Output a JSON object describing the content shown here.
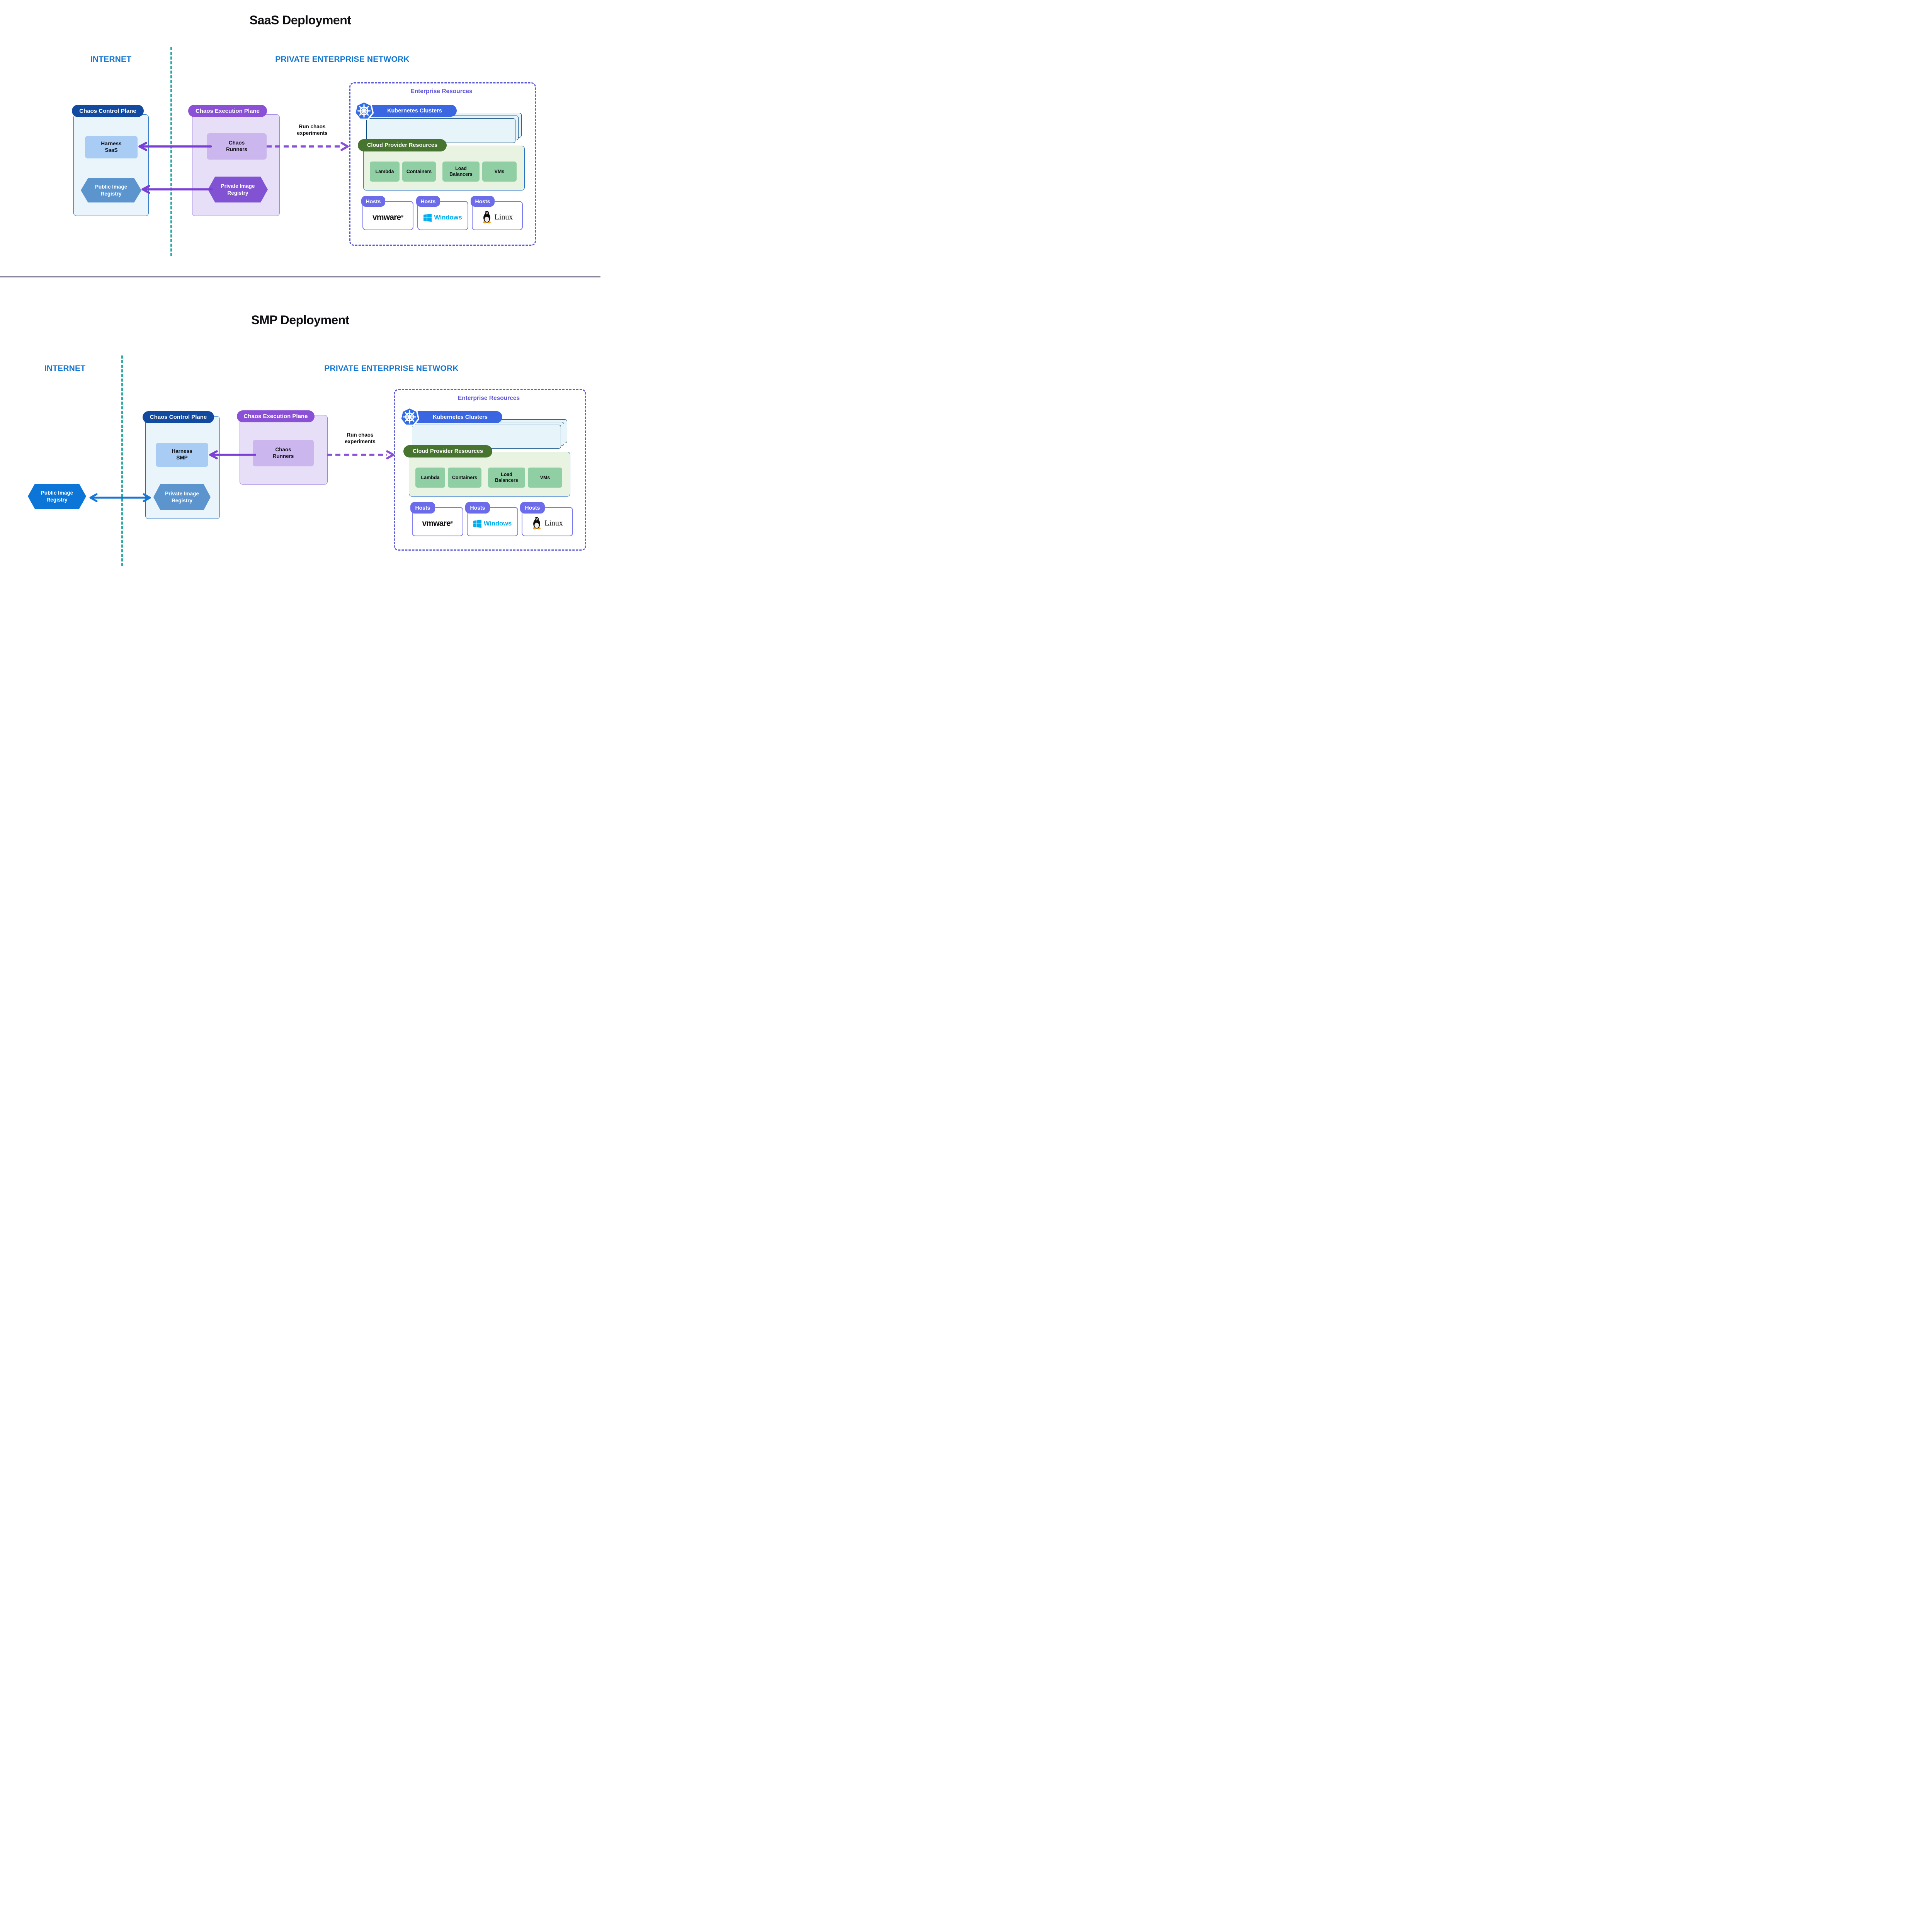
{
  "colors": {
    "zone_label_blue": "#1276D2",
    "teal_divider": "#2CA9A4",
    "section_divider_grey": "#8A8A9C",
    "control_plane_header": "#114A9F",
    "control_plane_body": "#E9F5FB",
    "harness_box": "#A9CCF4",
    "public_registry_hexagon": "#5C94CE",
    "public_registry_hexagon_bright": "#0B76D8",
    "execution_plane_header": "#8A50D5",
    "execution_plane_body": "#E7DFF8",
    "runners_box": "#CBB6EE",
    "private_registry_hexagon": "#8153D3",
    "purple_arrow": "#7B3FD6",
    "dashed_arrow": "#8A4FD9",
    "blue_arrow": "#1476D8",
    "enterprise_border": "#5B5BD6",
    "enterprise_title": "#5F55D9",
    "kubernetes_blue": "#3B66E2",
    "cluster_stack_fill": "#E7F5FA",
    "cluster_stack_border": "#0D4C82",
    "cloud_pill_green": "#47742F",
    "cloud_box_green": "#E8F4E1",
    "cloud_cell_green": "#90CFA4",
    "hosts_pill": "#6C6CEA",
    "hosts_border": "#7B7BF0",
    "windows_blue": "#00ADEF"
  },
  "sections": {
    "saas": {
      "title": "SaaS Deployment",
      "internet_label": "INTERNET",
      "network_label": "PRIVATE ENTERPRISE NETWORK",
      "control_plane": {
        "label": "Chaos Control Plane",
        "harness": "Harness SaaS",
        "registry": "Public Image Registry"
      },
      "execution_plane": {
        "label": "Chaos Execution Plane",
        "runners": "Chaos Runners",
        "registry": "Private Image Registry"
      },
      "arrow_label": "Run chaos experiments",
      "enterprise": {
        "title": "Enterprise Resources",
        "k8s_label": "Kubernetes Clusters",
        "cloud_label": "Cloud Provider Resources",
        "cloud_items": [
          "Lambda",
          "Containers",
          "Load Balancers",
          "VMs"
        ],
        "hosts_label": "Hosts",
        "hosts": {
          "vmware": "vmware",
          "vmware_reg": "®",
          "windows": "Windows",
          "linux": "Linux"
        }
      }
    },
    "smp": {
      "title": "SMP Deployment",
      "internet_label": "INTERNET",
      "network_label": "PRIVATE ENTERPRISE NETWORK",
      "public_registry": "Public Image Registry",
      "control_plane": {
        "label": "Chaos Control Plane",
        "harness": "Harness SMP",
        "registry": "Private Image Registry"
      },
      "execution_plane": {
        "label": "Chaos Execution Plane",
        "runners": "Chaos Runners"
      },
      "arrow_label": "Run chaos experiments",
      "enterprise": {
        "title": "Enterprise Resources",
        "k8s_label": "Kubernetes Clusters",
        "cloud_label": "Cloud Provider Resources",
        "cloud_items": [
          "Lambda",
          "Containers",
          "Load Balancers",
          "VMs"
        ],
        "hosts_label": "Hosts",
        "hosts": {
          "vmware": "vmware",
          "vmware_reg": "®",
          "windows": "Windows",
          "linux": "Linux"
        }
      }
    }
  }
}
